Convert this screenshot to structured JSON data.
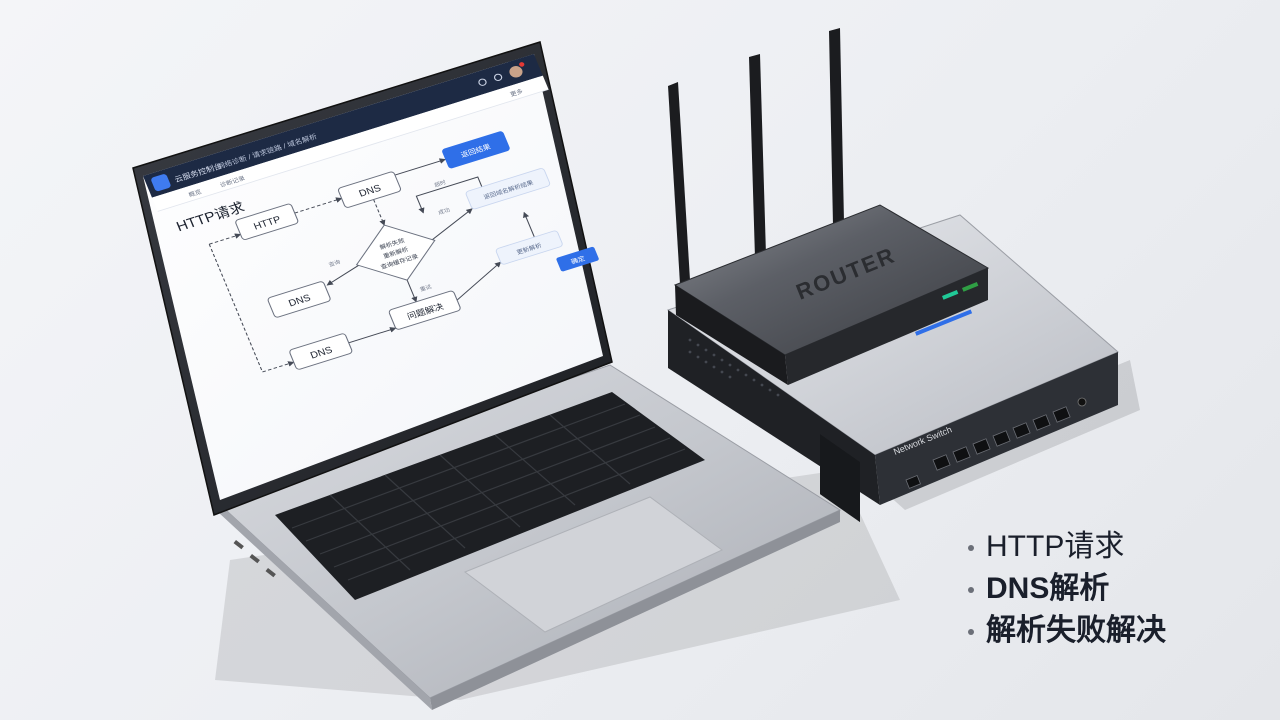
{
  "screen": {
    "topbar": {
      "app_title": "云服务控制台",
      "breadcrumb": "网络诊断 / 请求链路 / 域名解析",
      "sub_tab_1": "概览",
      "sub_tab_2": "诊断记录",
      "right_label": "更多"
    },
    "diagram": {
      "title": "HTTP请求",
      "nodes": {
        "http": "HTTP",
        "dns_top": "DNS",
        "dns_mid": "DNS",
        "dns_bottom": "DNS",
        "decision_line1": "解析失败",
        "decision_line2": "重新解析",
        "decision_line3": "查询缓存记录",
        "fix": "问题解决",
        "result_top": "返回结果",
        "result_panel": "返回域名解析结果",
        "result_small": "更新解析",
        "confirm_button": "确定"
      },
      "edge_labels": {
        "query": "查询",
        "retry": "重试",
        "success": "成功",
        "timeout": "超时"
      }
    }
  },
  "router": {
    "brand": "ROUTER"
  },
  "switch": {
    "brand": "Network Switch"
  },
  "bullets": [
    "HTTP请求",
    "DNS解析",
    "解析失败解决"
  ],
  "colors": {
    "accent_blue": "#2f6fe8",
    "header_navy": "#1d2a44",
    "text_dark": "#1a1f2b"
  }
}
